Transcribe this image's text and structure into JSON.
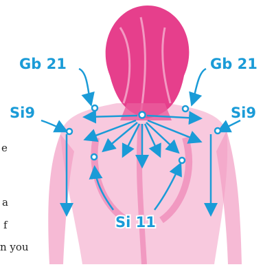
{
  "diagram": {
    "labels": {
      "gb21_left": "Gb 21",
      "gb21_right": "Gb 21",
      "si9_left": "Si9",
      "si9_right": "Si9",
      "si11": "Si 11"
    },
    "side_text_fragments": [
      "e",
      "a",
      "f",
      "n you"
    ],
    "colors": {
      "figure": "#e63f8c",
      "figure_light": "#f4a6c9",
      "label": "#1a9bd7",
      "arrow": "#1a9bd7",
      "arrow_outline": "#ffffff"
    }
  }
}
